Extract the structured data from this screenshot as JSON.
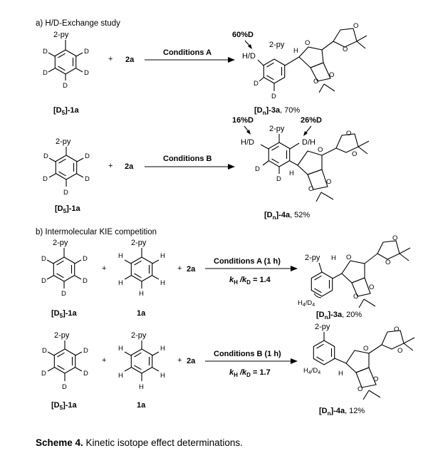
{
  "section_a": {
    "title": "a) H/D-Exchange study",
    "row1": {
      "sm_sub": "2-py",
      "sm_label_pre": "[D",
      "sm_label_n": "5",
      "sm_label_post": "]-1a",
      "plus": "+",
      "reagent": "2a",
      "conditions": "Conditions A",
      "prod_pct": "60%D",
      "prod_hd": "H/D",
      "prod_label_pre": "[D",
      "prod_label_n": "n",
      "prod_label_post": "]-3a",
      "prod_yield": ", 70%"
    },
    "row2": {
      "sm_sub": "2-py",
      "sm_label_pre": "[D",
      "sm_label_n": "5",
      "sm_label_post": "]-1a",
      "plus": "+",
      "reagent": "2a",
      "conditions": "Conditions B",
      "prod_pct1": "16%D",
      "prod_pct2": "26%D",
      "prod_hd": "H/D",
      "prod_dh": "D/H",
      "prod_label_pre": "[D",
      "prod_label_n": "n",
      "prod_label_post": "]-4a",
      "prod_yield": ", 52%"
    }
  },
  "section_b": {
    "title": "b) Intermolecular KIE competition",
    "row1": {
      "sm1_sub": "2-py",
      "sm1_label_pre": "[D",
      "sm1_label_n": "5",
      "sm1_label_post": "]-1a",
      "sm2_sub": "2-py",
      "sm2_label": "1a",
      "plus": "+",
      "reagent": "2a",
      "conditions": "Conditions A (1 h)",
      "kie_pre": "k",
      "kie_h": "H",
      "kie_mid": " /k",
      "kie_d": "D",
      "kie_val": " = 1.4",
      "prod_sub": "2-py",
      "prod_hd": "H",
      "prod_hd_n": "4",
      "prod_hd_mid": "/D",
      "prod_hd_n2": "4",
      "prod_label_pre": "[D",
      "prod_label_n": "n",
      "prod_label_post": "]-3a",
      "prod_yield": ", 20%"
    },
    "row2": {
      "sm1_sub": "2-py",
      "sm1_label_pre": "[D",
      "sm1_label_n": "5",
      "sm1_label_post": "]-1a",
      "sm2_sub": "2-py",
      "sm2_label": "1a",
      "plus": "+",
      "reagent": "2a",
      "conditions": "Conditions B (1 h)",
      "kie_pre": "k",
      "kie_h": "H",
      "kie_mid": " /k",
      "kie_d": "D",
      "kie_val": " = 1.7",
      "prod_sub": "2-py",
      "prod_hd": "H",
      "prod_hd_n": "4",
      "prod_hd_mid": "/D",
      "prod_hd_n2": "4",
      "prod_label_pre": "[D",
      "prod_label_n": "n",
      "prod_label_post": "]-4a",
      "prod_yield": ", 12%"
    }
  },
  "atoms": {
    "D": "D",
    "H": "H",
    "O": "O"
  },
  "caption": {
    "label": "Scheme 4.",
    "text": " Kinetic isotope effect determinations."
  }
}
